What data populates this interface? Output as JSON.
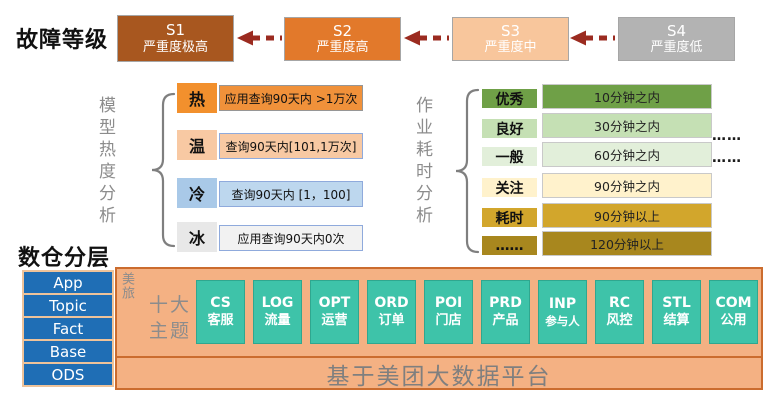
{
  "fault_levels": {
    "title": "故障等级",
    "arrow_color": "#9b2b20",
    "items": [
      {
        "code": "S1",
        "label": "严重度极高",
        "bg": "#a8571f"
      },
      {
        "code": "S2",
        "label": "严重度高",
        "bg": "#e2792b"
      },
      {
        "code": "S3",
        "label": "严重度中",
        "bg": "#f8c69c"
      },
      {
        "code": "S4",
        "label": "严重度低",
        "bg": "#b3b3b3"
      }
    ]
  },
  "model_heat": {
    "title": "模型热度分析",
    "items": [
      {
        "label": "热",
        "desc": "应用查询90天内 >1万次",
        "bg": "#f2902d"
      },
      {
        "label": "温",
        "desc": "查询90天内[101,1万次]",
        "bg": "#f8c9a3"
      },
      {
        "label": "冷",
        "desc": "查询90天内 [1，100]",
        "bg": "#a9c9e8"
      },
      {
        "label": "冰",
        "desc": "应用查询90天内0次",
        "bg": "#e8e8e8"
      }
    ]
  },
  "job_time": {
    "title": "作业耗时分析",
    "items": [
      {
        "label": "优秀",
        "duration": "10分钟之内",
        "bg": "#6fa047"
      },
      {
        "label": "良好",
        "duration": "30分钟之内",
        "bg": "#c5e0b4"
      },
      {
        "label": "一般",
        "duration": "60分钟之内",
        "bg": "#e2efda"
      },
      {
        "label": "关注",
        "duration": "90分钟之内",
        "bg": "#fff2cc"
      },
      {
        "label": "耗时",
        "duration": "90分钟以上",
        "bg": "#d2a62c"
      },
      {
        "label": "……",
        "duration": "120分钟以上",
        "bg": "#a8871e"
      }
    ],
    "ellipsis": [
      "……",
      "……"
    ]
  },
  "warehouse": {
    "title": "数仓分层",
    "layers": [
      "App",
      "Topic",
      "Fact",
      "Base",
      "ODS"
    ],
    "business": "美旅",
    "themes_heading": "十大\n主题",
    "themes": [
      {
        "code": "CS",
        "name": "客服"
      },
      {
        "code": "LOG",
        "name": "流量"
      },
      {
        "code": "OPT",
        "name": "运营"
      },
      {
        "code": "ORD",
        "name": "订单"
      },
      {
        "code": "POI",
        "name": "门店"
      },
      {
        "code": "PRD",
        "name": "产品"
      },
      {
        "code": "INP",
        "name": "参与人"
      },
      {
        "code": "RC",
        "name": "风控"
      },
      {
        "code": "STL",
        "name": "结算"
      },
      {
        "code": "COM",
        "name": "公用"
      }
    ],
    "platform": "基于美团大数据平台",
    "colors": {
      "layer_bg": "#1f6eb5",
      "theme_bg": "#3ec3a9",
      "panel_bg": "#f4b183",
      "panel_border": "#cb6c2e"
    }
  }
}
